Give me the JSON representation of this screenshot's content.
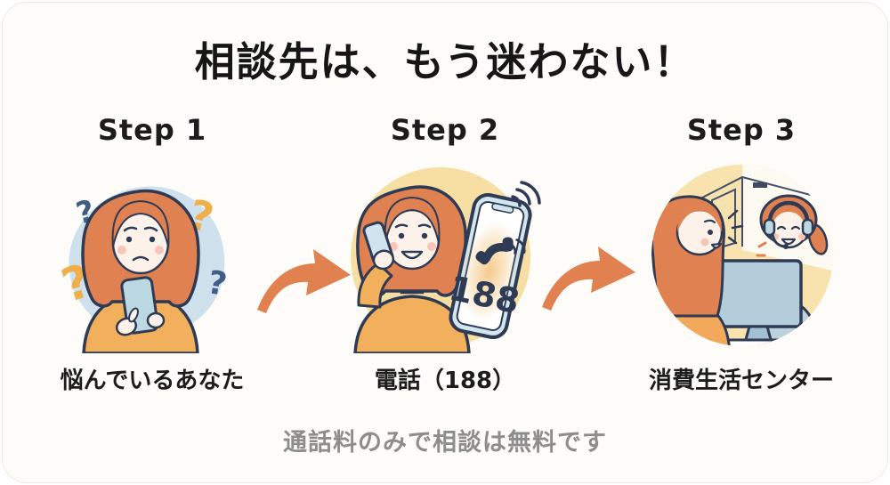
{
  "title": "相談先は、もう迷わない！",
  "steps": [
    {
      "label": "Step 1",
      "caption": "悩んでいるあなた",
      "illustration": "worried woman looking at smartphone surrounded by question marks"
    },
    {
      "label": "Step 2",
      "caption": "電話（188）",
      "phone_number": "188",
      "illustration": "smiling woman on a call beside large smartphone showing 188"
    },
    {
      "label": "Step 3",
      "caption": "消費生活センター",
      "illustration": "woman consulting with headset operator at consumer affairs center desk"
    }
  ],
  "footer": {
    "note": "通話料のみで相談は無料です"
  },
  "icons": {
    "question_mark": "?"
  },
  "colors": {
    "arrow_orange": "#E0814F",
    "outline_navy": "#2F3B54",
    "hair_orange": "#E08152",
    "sweater_orange": "#F3B05C",
    "skin": "#FDF2E9",
    "blob_blue": "#CFE1EC",
    "circle_yellow": "#F7DFA3",
    "phone_blue": "#CFE4EE",
    "question_blue": "#415C85",
    "question_yellow": "#EFAF4B",
    "note_gray": "#8D8D8D",
    "title_black": "#161616"
  }
}
